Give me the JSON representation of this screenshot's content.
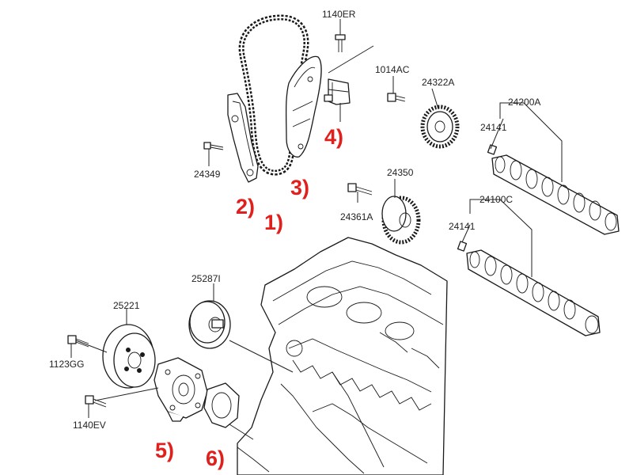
{
  "parts": {
    "p1140ER": "1140ER",
    "p1014AC": "1014AC",
    "p24322A": "24322A",
    "p24200A": "24200A",
    "p24141_upper": "24141",
    "p24349": "24349",
    "p24350": "24350",
    "p24361A": "24361A",
    "p24100C": "24100C",
    "p24141_lower": "24141",
    "p25287I": "25287I",
    "p25221": "25221",
    "p1123GG": "1123GG",
    "p1140EV": "1140EV"
  },
  "callouts": {
    "c1": "1)",
    "c2": "2)",
    "c3": "3)",
    "c4": "4)",
    "c5": "5)",
    "c6": "6)"
  },
  "colors": {
    "callout": "#e0201c",
    "line": "#1a1a1a"
  }
}
